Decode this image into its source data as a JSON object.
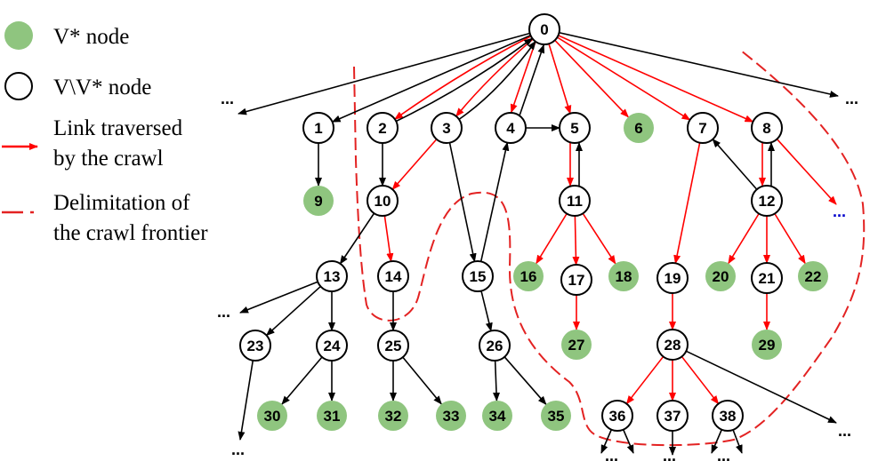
{
  "colors": {
    "v_star_fill": "#8fc57f",
    "plain_fill": "#ffffff",
    "crawl_edge": "#ff0000",
    "normal_edge": "#000000",
    "frontier": "#e32222",
    "ellipsis_blue": "#0000cc"
  },
  "legend": [
    {
      "kind": "v-star-node",
      "text": "V* node"
    },
    {
      "kind": "plain-node",
      "text": "V\\V* node"
    },
    {
      "kind": "crawl-link",
      "lines": [
        "Link traversed",
        "by the crawl"
      ]
    },
    {
      "kind": "frontier",
      "lines": [
        "Delimitation of",
        "the crawl frontier"
      ]
    }
  ],
  "nodes": [
    {
      "id": "0",
      "v_star": false
    },
    {
      "id": "1",
      "v_star": false
    },
    {
      "id": "2",
      "v_star": false
    },
    {
      "id": "3",
      "v_star": false
    },
    {
      "id": "4",
      "v_star": false
    },
    {
      "id": "5",
      "v_star": false
    },
    {
      "id": "6",
      "v_star": true
    },
    {
      "id": "7",
      "v_star": false
    },
    {
      "id": "8",
      "v_star": false
    },
    {
      "id": "9",
      "v_star": true
    },
    {
      "id": "10",
      "v_star": false
    },
    {
      "id": "11",
      "v_star": false
    },
    {
      "id": "12",
      "v_star": false
    },
    {
      "id": "13",
      "v_star": false
    },
    {
      "id": "14",
      "v_star": false
    },
    {
      "id": "15",
      "v_star": false
    },
    {
      "id": "16",
      "v_star": true
    },
    {
      "id": "17",
      "v_star": false
    },
    {
      "id": "18",
      "v_star": true
    },
    {
      "id": "19",
      "v_star": false
    },
    {
      "id": "20",
      "v_star": true
    },
    {
      "id": "21",
      "v_star": false
    },
    {
      "id": "22",
      "v_star": true
    },
    {
      "id": "23",
      "v_star": false
    },
    {
      "id": "24",
      "v_star": false
    },
    {
      "id": "25",
      "v_star": false
    },
    {
      "id": "26",
      "v_star": false
    },
    {
      "id": "27",
      "v_star": true
    },
    {
      "id": "28",
      "v_star": false
    },
    {
      "id": "29",
      "v_star": true
    },
    {
      "id": "30",
      "v_star": true
    },
    {
      "id": "31",
      "v_star": true
    },
    {
      "id": "32",
      "v_star": true
    },
    {
      "id": "33",
      "v_star": true
    },
    {
      "id": "34",
      "v_star": true
    },
    {
      "id": "35",
      "v_star": true
    },
    {
      "id": "36",
      "v_star": false
    },
    {
      "id": "37",
      "v_star": false
    },
    {
      "id": "38",
      "v_star": false
    }
  ],
  "edges": [
    {
      "from": "0",
      "to": "2",
      "crawl": true
    },
    {
      "from": "0",
      "to": "3",
      "crawl": true
    },
    {
      "from": "0",
      "to": "4",
      "crawl": true
    },
    {
      "from": "0",
      "to": "5",
      "crawl": true
    },
    {
      "from": "0",
      "to": "6",
      "crawl": true
    },
    {
      "from": "0",
      "to": "7",
      "crawl": true
    },
    {
      "from": "0",
      "to": "8",
      "crawl": true
    },
    {
      "from": "0",
      "to": "1",
      "crawl": false
    },
    {
      "from": "2",
      "to": "0",
      "crawl": false
    },
    {
      "from": "3",
      "to": "0",
      "crawl": false
    },
    {
      "from": "4",
      "to": "0",
      "crawl": false
    },
    {
      "from": "1",
      "to": "9",
      "crawl": false
    },
    {
      "from": "2",
      "to": "10",
      "crawl": false
    },
    {
      "from": "3",
      "to": "10",
      "crawl": true
    },
    {
      "from": "3",
      "to": "15",
      "crawl": false
    },
    {
      "from": "15",
      "to": "4",
      "crawl": false
    },
    {
      "from": "4",
      "to": "5",
      "crawl": false
    },
    {
      "from": "5",
      "to": "11",
      "crawl": true
    },
    {
      "from": "11",
      "to": "5",
      "crawl": false
    },
    {
      "from": "8",
      "to": "12",
      "crawl": true
    },
    {
      "from": "12",
      "to": "8",
      "crawl": false
    },
    {
      "from": "12",
      "to": "7",
      "crawl": false
    },
    {
      "from": "7",
      "to": "19",
      "crawl": true
    },
    {
      "from": "10",
      "to": "14",
      "crawl": true
    },
    {
      "from": "10",
      "to": "13",
      "crawl": false
    },
    {
      "from": "11",
      "to": "16",
      "crawl": true
    },
    {
      "from": "11",
      "to": "17",
      "crawl": true
    },
    {
      "from": "11",
      "to": "18",
      "crawl": true
    },
    {
      "from": "12",
      "to": "20",
      "crawl": true
    },
    {
      "from": "12",
      "to": "21",
      "crawl": true
    },
    {
      "from": "12",
      "to": "22",
      "crawl": true
    },
    {
      "from": "13",
      "to": "23",
      "crawl": false
    },
    {
      "from": "13",
      "to": "24",
      "crawl": false
    },
    {
      "from": "14",
      "to": "25",
      "crawl": false
    },
    {
      "from": "15",
      "to": "26",
      "crawl": false
    },
    {
      "from": "17",
      "to": "27",
      "crawl": true
    },
    {
      "from": "19",
      "to": "28",
      "crawl": true
    },
    {
      "from": "21",
      "to": "29",
      "crawl": true
    },
    {
      "from": "24",
      "to": "30",
      "crawl": false
    },
    {
      "from": "24",
      "to": "31",
      "crawl": false
    },
    {
      "from": "25",
      "to": "32",
      "crawl": false
    },
    {
      "from": "25",
      "to": "33",
      "crawl": false
    },
    {
      "from": "26",
      "to": "34",
      "crawl": false
    },
    {
      "from": "26",
      "to": "35",
      "crawl": false
    },
    {
      "from": "28",
      "to": "36",
      "crawl": true
    },
    {
      "from": "28",
      "to": "37",
      "crawl": true
    },
    {
      "from": "28",
      "to": "38",
      "crawl": true
    }
  ],
  "ellipses": [
    {
      "id": "left-of-1",
      "text": "...",
      "blue": false
    },
    {
      "id": "right-of-0",
      "text": "...",
      "blue": false
    },
    {
      "id": "right-of-8",
      "text": "...",
      "blue": true
    },
    {
      "id": "left-of-13",
      "text": "...",
      "blue": false
    },
    {
      "id": "below-23",
      "text": "...",
      "blue": false
    },
    {
      "id": "right-of-28",
      "text": "...",
      "blue": false
    },
    {
      "id": "below-36",
      "text": "...",
      "blue": false
    },
    {
      "id": "below-37",
      "text": "...",
      "blue": false
    },
    {
      "id": "below-38",
      "text": "...",
      "blue": false
    }
  ]
}
